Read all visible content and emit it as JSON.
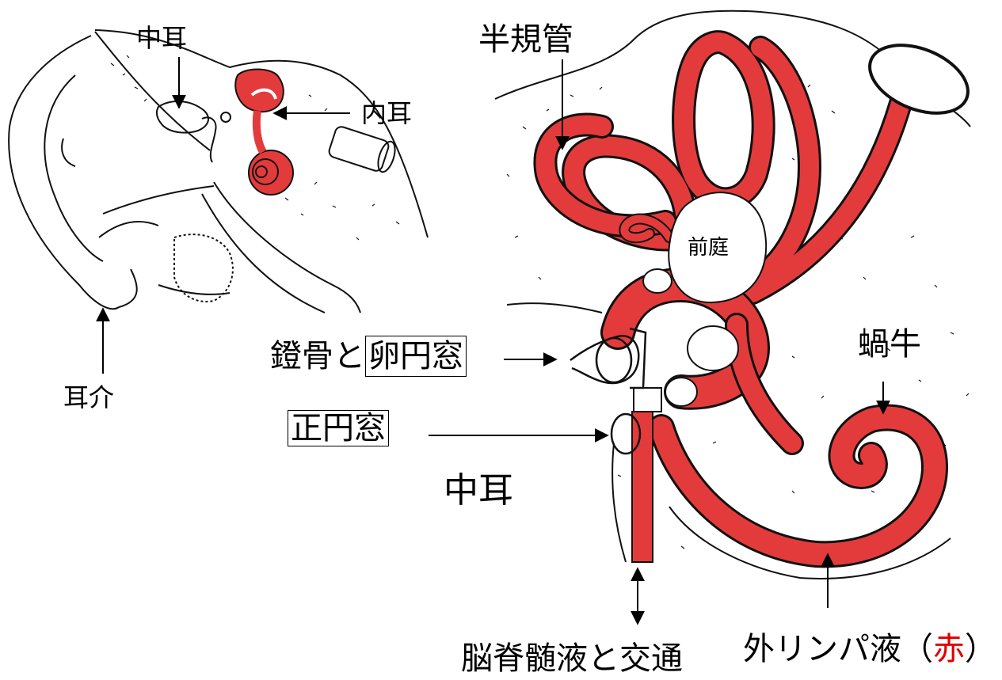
{
  "colors": {
    "perilymph": "#e33b3b",
    "ink": "#111111",
    "accent_text": "#e00000"
  },
  "left": {
    "middle_ear": "中耳",
    "inner_ear": "内耳",
    "pinna": "耳介"
  },
  "right": {
    "semicircular_canals": "半規管",
    "vestibule": "前庭",
    "cochlea": "蝸牛",
    "stapes_prefix": "鐙骨と",
    "oval_window": "卵円窓",
    "round_window": "正円窓",
    "middle_ear": "中耳",
    "csf_communication": "脳脊髄液と交通",
    "perilymph_prefix": "外リンパ液（",
    "perilymph_red": "赤",
    "perilymph_suffix": "）"
  }
}
